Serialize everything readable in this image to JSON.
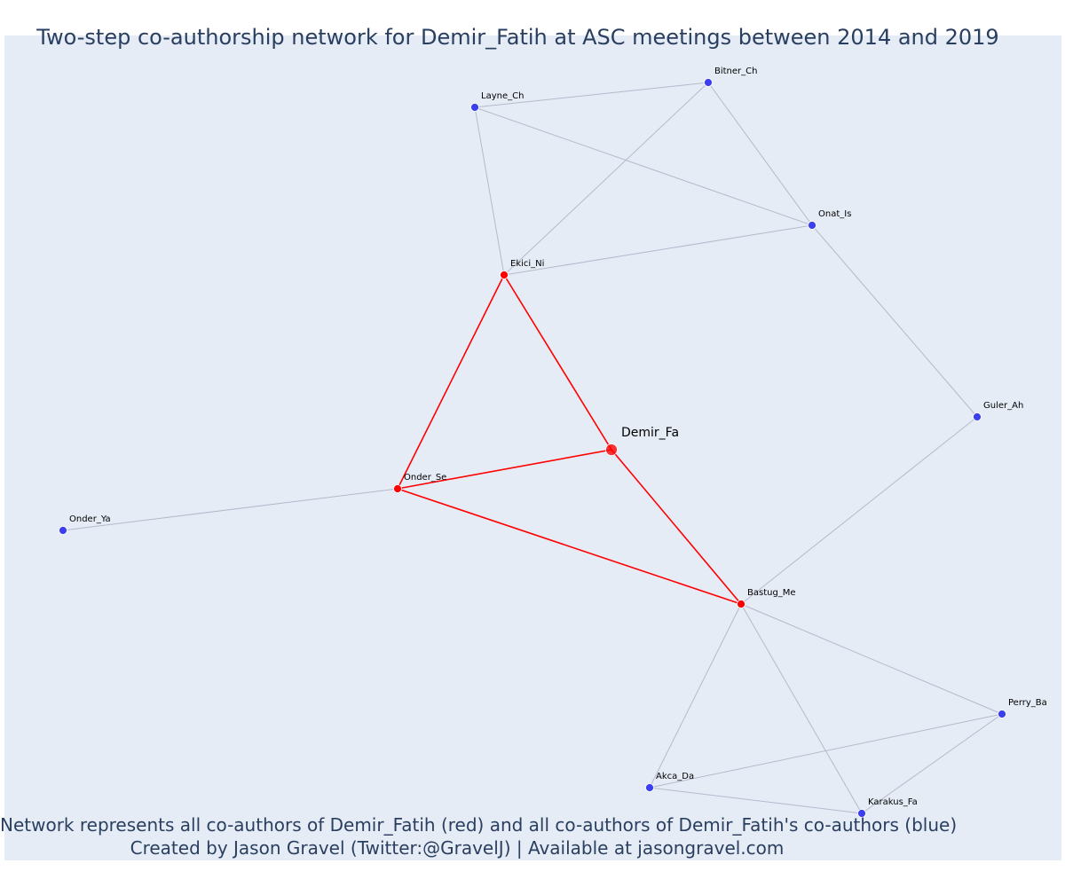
{
  "title": "Two-step co-authorship network for Demir_Fatih at ASC meetings between 2014 and 2019",
  "footer": {
    "line1": "Network represents all co-authors of Demir_Fatih (red) and all co-authors of Demir_Fatih's co-authors (blue)",
    "line2": "Created by Jason Gravel (Twitter:@GravelJ) | Available at jasongravel.com"
  },
  "colors": {
    "background": "#e5ecf6",
    "red": "#ff0000",
    "blue": "#3b3ff0",
    "grey_edge": "#b6b9cc"
  },
  "nodes": [
    {
      "id": "Demir_Fa",
      "group": "focal"
    },
    {
      "id": "Ekici_Ni",
      "group": "red"
    },
    {
      "id": "Onder_Se",
      "group": "red"
    },
    {
      "id": "Bastug_Me",
      "group": "red"
    },
    {
      "id": "Layne_Ch",
      "group": "blue"
    },
    {
      "id": "Bitner_Ch",
      "group": "blue"
    },
    {
      "id": "Onat_Is",
      "group": "blue"
    },
    {
      "id": "Guler_Ah",
      "group": "blue"
    },
    {
      "id": "Onder_Ya",
      "group": "blue"
    },
    {
      "id": "Perry_Ba",
      "group": "blue"
    },
    {
      "id": "Akca_Da",
      "group": "blue"
    },
    {
      "id": "Karakus_Fa",
      "group": "blue"
    }
  ],
  "edges": [
    {
      "source": "Demir_Fa",
      "target": "Ekici_Ni",
      "type": "red"
    },
    {
      "source": "Demir_Fa",
      "target": "Onder_Se",
      "type": "red"
    },
    {
      "source": "Demir_Fa",
      "target": "Bastug_Me",
      "type": "red"
    },
    {
      "source": "Ekici_Ni",
      "target": "Onder_Se",
      "type": "red"
    },
    {
      "source": "Onder_Se",
      "target": "Bastug_Me",
      "type": "red"
    },
    {
      "source": "Layne_Ch",
      "target": "Bitner_Ch",
      "type": "grey"
    },
    {
      "source": "Layne_Ch",
      "target": "Ekici_Ni",
      "type": "grey"
    },
    {
      "source": "Layne_Ch",
      "target": "Onat_Is",
      "type": "grey"
    },
    {
      "source": "Bitner_Ch",
      "target": "Ekici_Ni",
      "type": "grey"
    },
    {
      "source": "Bitner_Ch",
      "target": "Onat_Is",
      "type": "grey"
    },
    {
      "source": "Ekici_Ni",
      "target": "Onat_Is",
      "type": "grey"
    },
    {
      "source": "Onat_Is",
      "target": "Guler_Ah",
      "type": "grey"
    },
    {
      "source": "Guler_Ah",
      "target": "Bastug_Me",
      "type": "grey"
    },
    {
      "source": "Onder_Ya",
      "target": "Onder_Se",
      "type": "grey"
    },
    {
      "source": "Bastug_Me",
      "target": "Perry_Ba",
      "type": "grey"
    },
    {
      "source": "Bastug_Me",
      "target": "Akca_Da",
      "type": "grey"
    },
    {
      "source": "Bastug_Me",
      "target": "Karakus_Fa",
      "type": "grey"
    },
    {
      "source": "Perry_Ba",
      "target": "Akca_Da",
      "type": "grey"
    },
    {
      "source": "Perry_Ba",
      "target": "Karakus_Fa",
      "type": "grey"
    },
    {
      "source": "Akca_Da",
      "target": "Karakus_Fa",
      "type": "grey"
    }
  ]
}
